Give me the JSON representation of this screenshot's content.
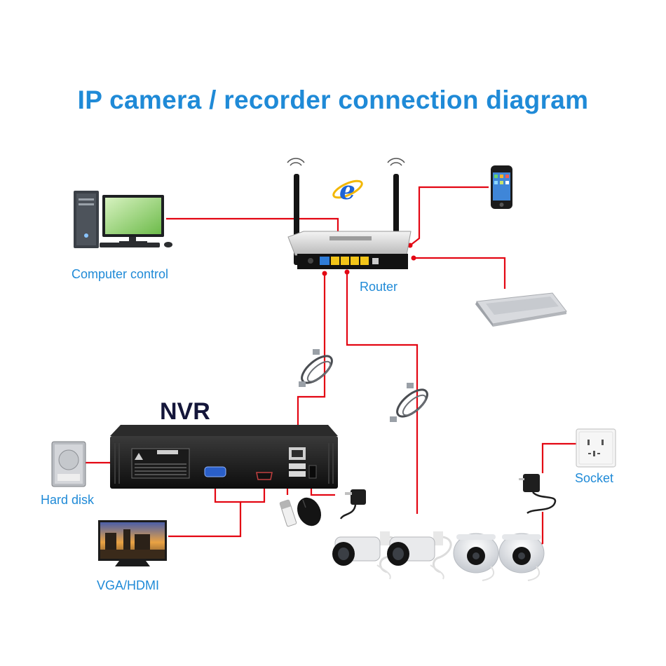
{
  "title": "IP camera / recorder connection diagram",
  "nvr_label": "NVR",
  "labels": {
    "computer": "Computer control",
    "router": "Router",
    "socket": "Socket",
    "hard_disk": "Hard disk",
    "display": "VGA/HDMI"
  },
  "colors": {
    "title": "#1f8ad7",
    "labels": "#1f8ad7",
    "wires": "#e30613",
    "nvr_label": "#14163a"
  },
  "icons": [
    "computer-icon",
    "router-icon",
    "ie-browser-icon",
    "smartphone-icon",
    "laptop-icon",
    "ethernet-cable-icon",
    "nvr-device-icon",
    "hard-disk-icon",
    "monitor-icon",
    "usb-drive-icon",
    "mouse-icon",
    "power-adapter-icon",
    "wall-socket-icon",
    "bullet-camera-icon",
    "dome-camera-icon"
  ]
}
